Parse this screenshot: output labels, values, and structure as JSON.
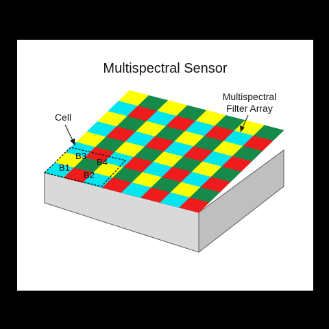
{
  "title": "Multispectral Sensor",
  "labels": {
    "cell": "Cell",
    "filter_array_line1": "Multispectral",
    "filter_array_line2": "Filter Array"
  },
  "cell_bands": {
    "top_left": "B3",
    "top_right": "B4",
    "bottom_left": "B1",
    "bottom_right": "B2"
  },
  "band_colors": {
    "B1": "#00E5EE",
    "B2": "#EE1C1C",
    "B3": "#FFFF00",
    "B4": "#158A4A"
  },
  "background_color": "#FFFFFF",
  "sensor_body_colors": {
    "side": "#D9D9D9",
    "front": "#BFBFBF",
    "edge": "#595959"
  }
}
